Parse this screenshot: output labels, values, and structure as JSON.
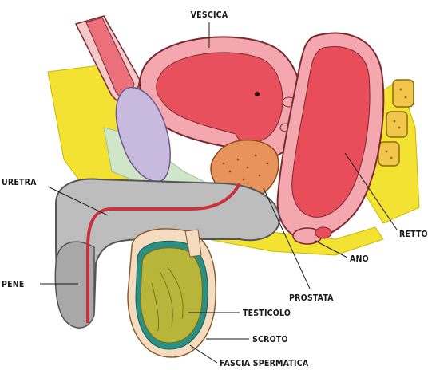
{
  "labels": {
    "vescica": "VESCICA",
    "uretra": "URETRA",
    "pene": "PENE",
    "prostata": "PROSTATA",
    "ano": "ANO",
    "retto": "RETTO",
    "testicolo": "TESTICOLO",
    "scroto": "SCROTO",
    "fascia_spermatica": "FASCIA SPERMATICA"
  },
  "colors": {
    "bladder": "#e8505d",
    "bladder_wall": "#f4a7ae",
    "rectum": "#e94d5a",
    "prostate": "#e9935c",
    "penis": "#bdbdbd",
    "testis": "#b9b43a",
    "fascia": "#2b8f84",
    "fat": "#f3e232",
    "connective": "#cfe6c8",
    "seminal_vesicle": "#c8b9de",
    "skin": "#f5dcc0",
    "outline": "#7a2a2e"
  }
}
